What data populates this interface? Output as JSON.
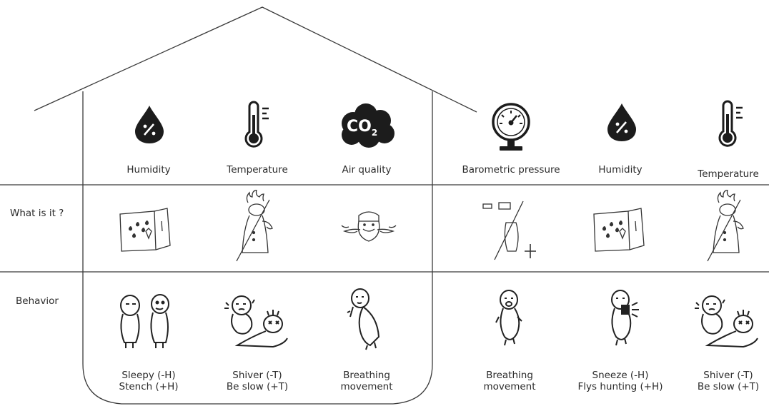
{
  "row_labels": {
    "what": "What is it ?",
    "behavior": "Behavior"
  },
  "columns": [
    {
      "sensor": "Humidity",
      "icon": "humidity-drop-icon",
      "what_icon": "fridge-sketch-icon",
      "behavior_icon": "two-figures-sketch-icon",
      "behavior_lines": [
        "Sleepy (-H)",
        "Stench (+H)"
      ]
    },
    {
      "sensor": "Temperature",
      "icon": "thermometer-icon",
      "what_icon": "chef-fire-sketch-icon",
      "behavior_icon": "shiver-figure-sketch-icon",
      "behavior_lines": [
        "Shiver (-T)",
        "Be slow (+T)"
      ]
    },
    {
      "sensor": "Air quality",
      "icon": "co2-cloud-icon",
      "what_icon": "mustache-man-sketch-icon",
      "behavior_icon": "breathing-figure-sketch-icon",
      "behavior_lines": [
        "Breathing",
        "movement"
      ]
    },
    {
      "sensor": "Barometric pressure",
      "icon": "barometer-gauge-icon",
      "what_icon": "bottle-pump-sketch-icon",
      "behavior_icon": "breathing-figure-sketch-icon",
      "behavior_lines": [
        "Breathing",
        "movement"
      ]
    },
    {
      "sensor": "Humidity",
      "icon": "humidity-drop-icon",
      "what_icon": "fridge-sketch-icon",
      "behavior_icon": "sneeze-figure-sketch-icon",
      "behavior_lines": [
        "Sneeze (-H)",
        "Flys hunting (+H)"
      ]
    },
    {
      "sensor": "Temperature",
      "icon": "thermometer-icon",
      "what_icon": "chef-fire-sketch-icon",
      "behavior_icon": "shiver-figure-sketch-icon",
      "behavior_lines": [
        "Shiver (-T)",
        "Be slow (+T)"
      ]
    }
  ],
  "co2_text": "CO",
  "co2_sub": "2",
  "colors": {
    "ink": "#2b2b2b",
    "line": "#3a3a3a",
    "icon_fill": "#1c1c1c"
  }
}
